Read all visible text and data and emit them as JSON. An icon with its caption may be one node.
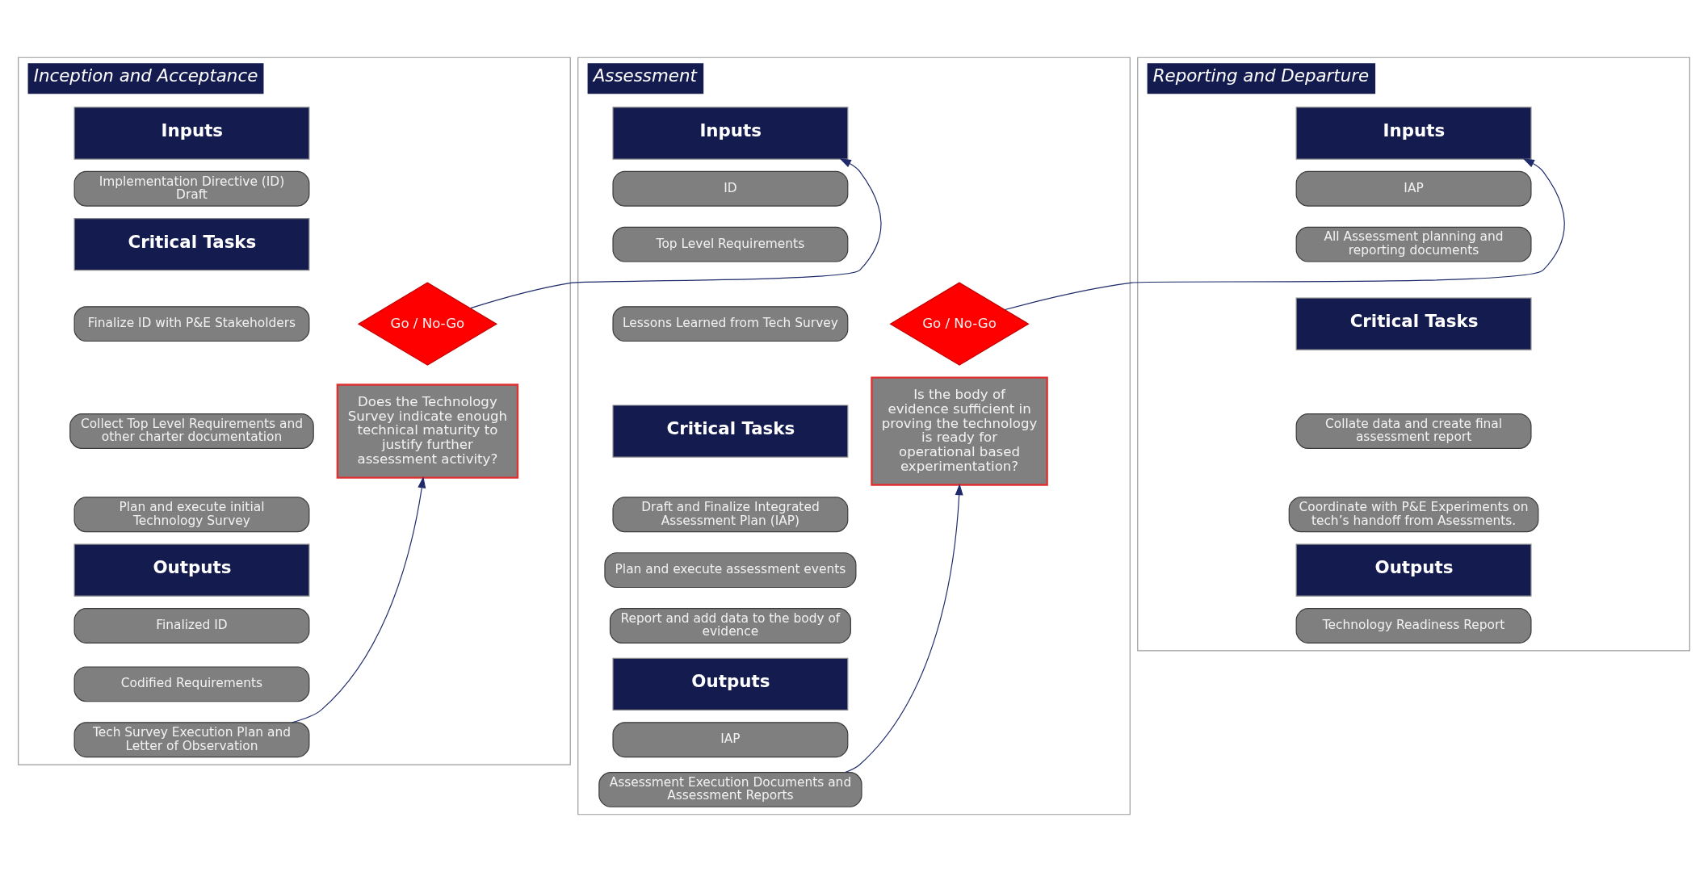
{
  "diagram": {
    "nodes": [
      {
        "text": [
          "Inception and Acceptance"
        ]
      },
      {
        "text": [
          "Inputs"
        ],
        "in": 0
      },
      {
        "text": [
          "Implementation Directive (ID) Draft"
        ],
        "in": 0
      },
      {
        "text": [
          "Critical Tasks"
        ],
        "in": 0
      },
      {
        "text": [
          "Finalize ID with P&E Stakeholders"
        ],
        "in": 0
      },
      {
        "text": [
          "Collect Top Level Requirements and other charter documentation"
        ],
        "in": 0
      },
      {
        "text": [
          "Plan and execute initial Technology Survey"
        ],
        "in": 0
      },
      {
        "text": [
          "Outputs"
        ],
        "in": 0
      },
      {
        "text": [
          "Finalized ID"
        ],
        "in": 0
      },
      {
        "text": [
          "Codified Requirements"
        ],
        "in": 0
      },
      {
        "text": [
          "Tech Survey Execution Plan and Letter of Observation"
        ],
        "in": 0
      },
      {
        "text": [
          "Go / No-Go"
        ],
        "in": 0
      },
      {
        "text": [
          "Does the Technology Survey indicate enough technical maturity to justify further assessment activity?"
        ],
        "in": 0
      },
      {
        "text": [
          "Assessment"
        ]
      },
      {
        "text": [
          "Inputs"
        ],
        "in": 13
      },
      {
        "text": [
          "ID"
        ],
        "in": 13
      },
      {
        "text": [
          "Top Level Requirements"
        ],
        "in": 13
      },
      {
        "text": [
          "Lessons Learned from Tech Survey"
        ],
        "in": 13
      },
      {
        "text": [
          "Critical Tasks"
        ],
        "in": 13
      },
      {
        "text": [
          "Draft and Finalize Integrated Assessment Plan (IAP)"
        ],
        "in": 13
      },
      {
        "text": [
          "Plan and execute assessment events"
        ],
        "in": 13
      },
      {
        "text": [
          "Report and add data to the body of evidence"
        ],
        "in": 13
      },
      {
        "text": [
          "Outputs"
        ],
        "in": 13
      },
      {
        "text": [
          "IAP"
        ],
        "in": 13
      },
      {
        "text": [
          "Assessment Execution Documents and Assessment Reports"
        ],
        "in": 13
      },
      {
        "text": [
          "Go / No-Go"
        ],
        "in": 13
      },
      {
        "text": [
          "Is the body of evidence sufficient in proving the technology is ready for operational based experimentation?"
        ],
        "in": 13
      },
      {
        "text": [
          "Reporting and Departure"
        ]
      },
      {
        "text": [
          "Inputs"
        ],
        "in": 27
      },
      {
        "text": [
          "IAP"
        ],
        "in": 27
      },
      {
        "text": [
          "All Assessment planning and reporting documents"
        ],
        "in": 27
      },
      {
        "text": [
          "Critical Tasks"
        ],
        "in": 27
      },
      {
        "text": [
          "Collate data and create final assessment report"
        ],
        "in": 27
      },
      {
        "text": [
          "Coordinate with P&E Experiments on tech’s handoff from Asessments."
        ],
        "in": 27
      },
      {
        "text": [
          "Outputs"
        ],
        "in": 27
      },
      {
        "text": [
          "Technology Readiness Report"
        ],
        "in": 27
      }
    ],
    "edges": [
      {
        "from": 10,
        "to": 12,
        "arrow": "to"
      },
      {
        "from": 11,
        "to": 14,
        "arrow": "to"
      },
      {
        "from": 24,
        "to": 26,
        "arrow": "to"
      },
      {
        "from": 25,
        "to": 28,
        "arrow": "to"
      }
    ]
  }
}
